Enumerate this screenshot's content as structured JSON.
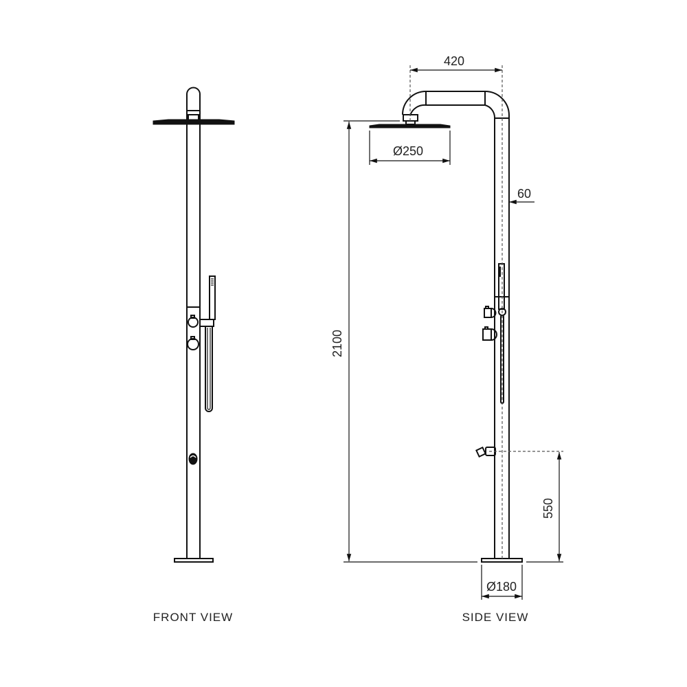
{
  "views": {
    "front": {
      "label": "FRONT VIEW"
    },
    "side": {
      "label": "SIDE VIEW"
    }
  },
  "dimensions": {
    "arm_reach": "420",
    "head_diameter": "Ø250",
    "column_width": "60",
    "total_height": "2100",
    "tap_height": "550",
    "base_diameter": "Ø180"
  },
  "colors": {
    "line": "#111111",
    "dimension": "#555555"
  }
}
